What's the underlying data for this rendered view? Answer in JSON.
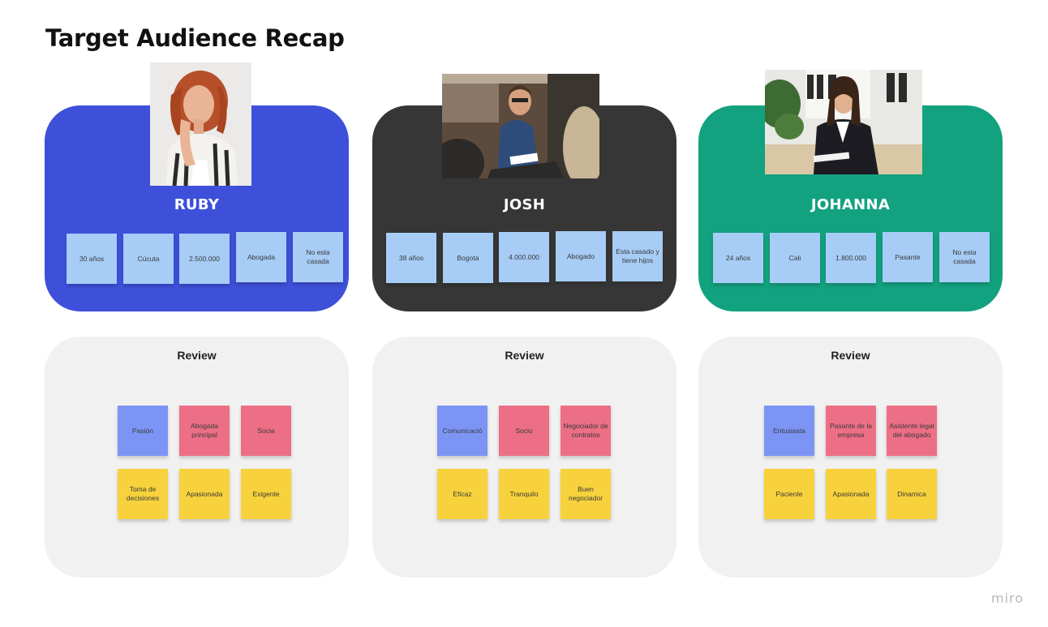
{
  "title": "Target Audience Recap",
  "brand": "miro",
  "colors": {
    "ruby_card": "#3e50d9",
    "josh_card": "#363636",
    "johanna_card": "#12a27f",
    "sticky_light_blue": "#a7ccf5",
    "sticky_blue": "#7c95f5",
    "sticky_pink": "#ec6f85",
    "sticky_yellow": "#f7d23c"
  },
  "personas": [
    {
      "name": "RUBY",
      "attributes": [
        "30 años",
        "Cúcuta",
        "2.500.000",
        "Abogada",
        "No esta casada"
      ],
      "review_title": "Review",
      "review_notes": [
        "Pasión",
        "Abogada principal",
        "Socia",
        "Toma de decisiones",
        "Apasionada",
        "Exigente"
      ]
    },
    {
      "name": "JOSH",
      "attributes": [
        "38 años",
        "Bogota",
        "4.000.000",
        "Abogado",
        "Esta casado y tiene hijos"
      ],
      "review_title": "Review",
      "review_notes": [
        "Comunicació",
        "Socio",
        "Negociador de contratos",
        "Eficaz",
        "Tranquilo",
        "Buen negociador"
      ]
    },
    {
      "name": "JOHANNA",
      "attributes": [
        "24 años",
        "Cali",
        "1.800.000",
        "Pasante",
        "No esta casada"
      ],
      "review_title": "Review",
      "review_notes": [
        "Entusiasta",
        "Pasante de la empresa",
        "Asistente legal del abogado",
        "Paciente",
        "Apasionada",
        "Dinamica"
      ]
    }
  ]
}
